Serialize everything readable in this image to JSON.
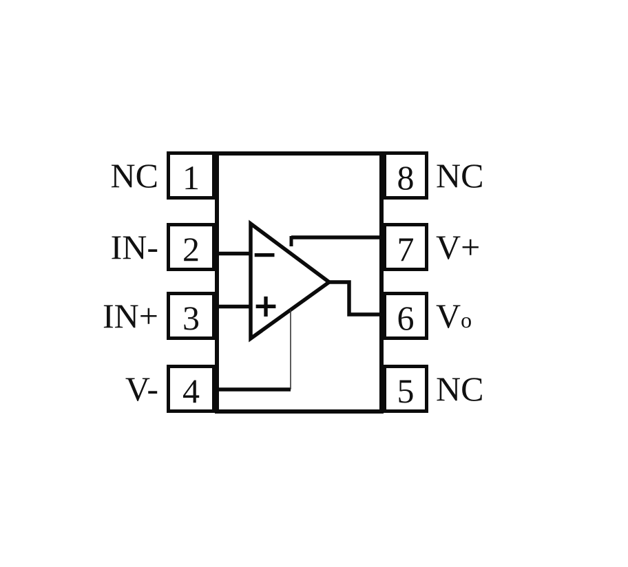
{
  "diagram": {
    "kind": "ic-pinout",
    "component": "operational amplifier, 8-pin package",
    "colors": {
      "line": "#0b0b0b",
      "background": "#ffffff"
    },
    "pins_left": [
      {
        "number": "1",
        "label": "NC"
      },
      {
        "number": "2",
        "label": "IN-"
      },
      {
        "number": "3",
        "label": "IN+"
      },
      {
        "number": "4",
        "label": "V-"
      }
    ],
    "pins_right": [
      {
        "number": "8",
        "label": "NC",
        "label_sub": ""
      },
      {
        "number": "7",
        "label": "V+",
        "label_sub": ""
      },
      {
        "number": "6",
        "label": "V",
        "label_sub": "o"
      },
      {
        "number": "5",
        "label": "NC",
        "label_sub": ""
      }
    ],
    "opamp": {
      "inverting_symbol": "−",
      "noninverting_symbol": "+"
    }
  }
}
